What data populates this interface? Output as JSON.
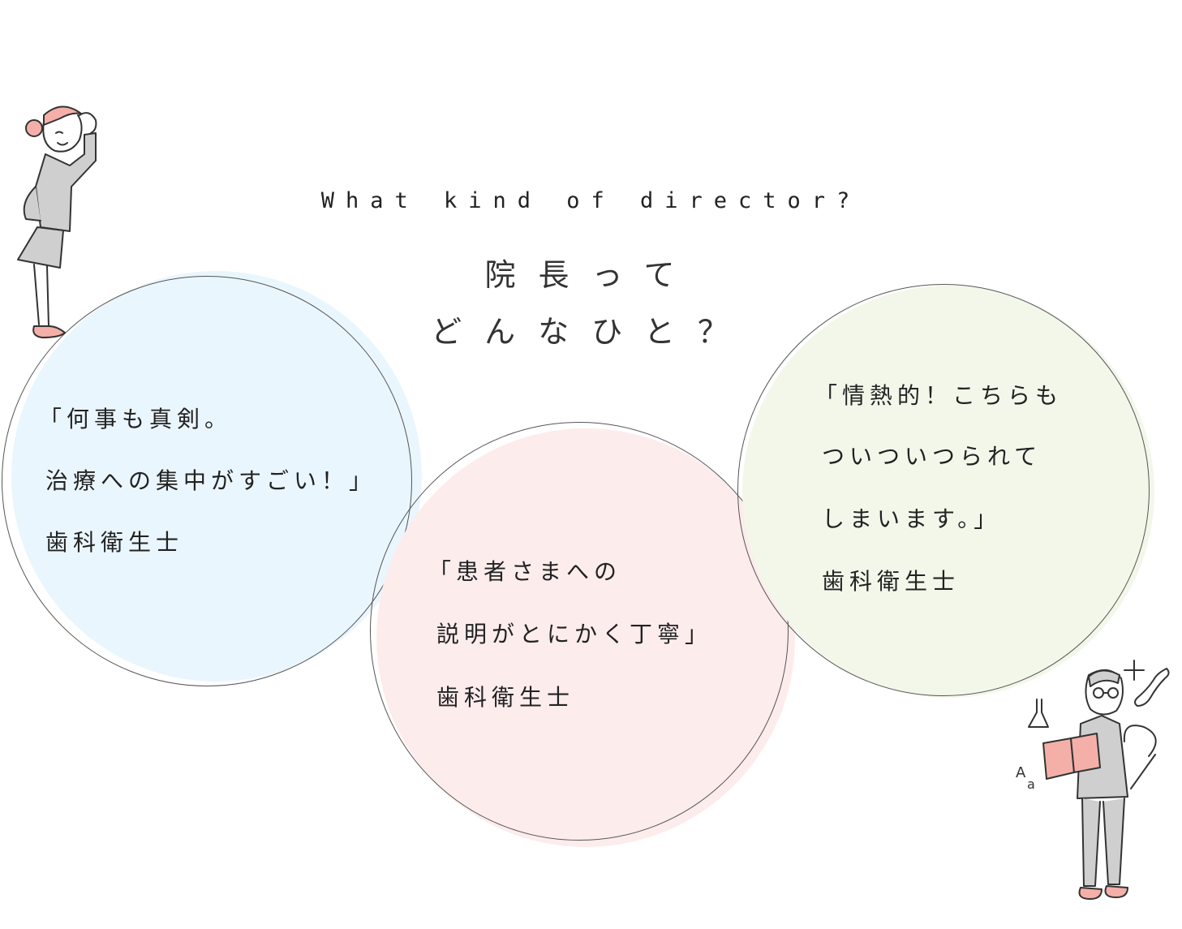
{
  "header": {
    "subtitle": "What kind of director?",
    "title_line1": "院長って",
    "title_line2": "どんなひと？"
  },
  "bubbles": [
    {
      "lines": [
        "「何事も真剣。",
        "治療への集中がすごい！」"
      ],
      "author": "歯科衛生士",
      "color": "#eaf6fd"
    },
    {
      "lines": [
        "「患者さまへの",
        "説明がとにかく丁寧」"
      ],
      "author": "歯科衛生士",
      "color": "#fdecec"
    },
    {
      "lines": [
        "「情熱的！こちらも",
        "ついついつられて",
        "しまいます。」"
      ],
      "author": "歯科衛生士",
      "color": "#f2f7ea"
    }
  ],
  "illustrations": {
    "left": "woman-thinking-icon",
    "right": "man-reading-book-icon"
  },
  "colors": {
    "accent_pink": "#f4b0a8",
    "outfit_gray": "#cfcfcf",
    "line": "#333333"
  }
}
